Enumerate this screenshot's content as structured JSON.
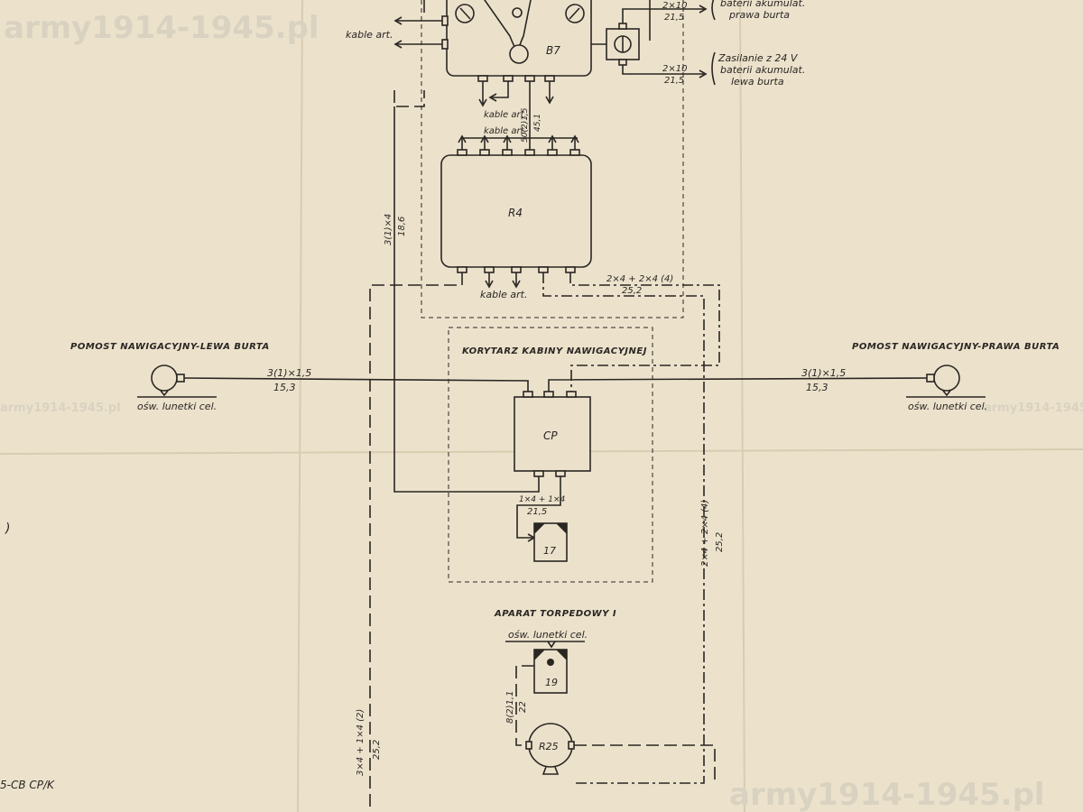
{
  "watermark": {
    "text_top": "army1914-1945.pl",
    "text_bottom": "army1914-1945.pl",
    "text_small": "army1914-1945.pl"
  },
  "top": {
    "kable_art_left": "kable art.",
    "box_b7": "B7",
    "supply_right_1": {
      "label1": "baterii akumulat.",
      "label2": "prawa burta",
      "cable_top": "2×10",
      "cable_bottom": "21,5"
    },
    "supply_right_2": {
      "label1": "Zasilanie z 24 V",
      "label2": "baterii akumulat.",
      "label3": "lewa burta",
      "cable_top": "2×10",
      "cable_bottom": "21,5"
    },
    "kable_art_mid1": "kable art.",
    "kable_art_mid2": "kable art.",
    "cable_vertical_code1": "50(2)1,5",
    "cable_vertical_code2": "45,1"
  },
  "r4": {
    "label": "R4",
    "left_cable_top": "3(1)×4",
    "left_cable_bottom": "18,6",
    "kable_art": "kable art.",
    "right_cable_top": "2×4 + 2×4 (4)",
    "right_cable_bottom": "25,2"
  },
  "bridge": {
    "left_title": "POMOST NAWIGACYJNY-LEWA BURTA",
    "right_title": "POMOST NAWIGACYJNY-PRAWA BURTA",
    "left_cable_top": "3(1)×1,5",
    "left_cable_bottom": "15,3",
    "right_cable_top": "3(1)×1,5",
    "right_cable_bottom": "15,3",
    "left_lamp_label": "ośw. lunetki cel.",
    "right_lamp_label": "ośw. lunetki cel."
  },
  "corridor": {
    "title": "KORYTARZ KABINY NAWIGACYJNEJ",
    "box_cp": "CP",
    "cable_top": "1×4 + 1×4",
    "cable_bottom": "21,5",
    "device_17": "17"
  },
  "right_vertical": {
    "code1": "2×4 + 2×4 (4)",
    "code2": "25,2"
  },
  "torpedo": {
    "title": "APARAT TORPEDOWY I",
    "lamp_label": "ośw. lunetki cel.",
    "device_19": "19",
    "cable_top": "8(2)1,1",
    "cable_bottom": "22",
    "box_r25": "R25"
  },
  "left_vertical": {
    "code1": "3×4 + 1×4 (2)",
    "code2": "25,2"
  },
  "corner_label": "5-CB   CP/K"
}
